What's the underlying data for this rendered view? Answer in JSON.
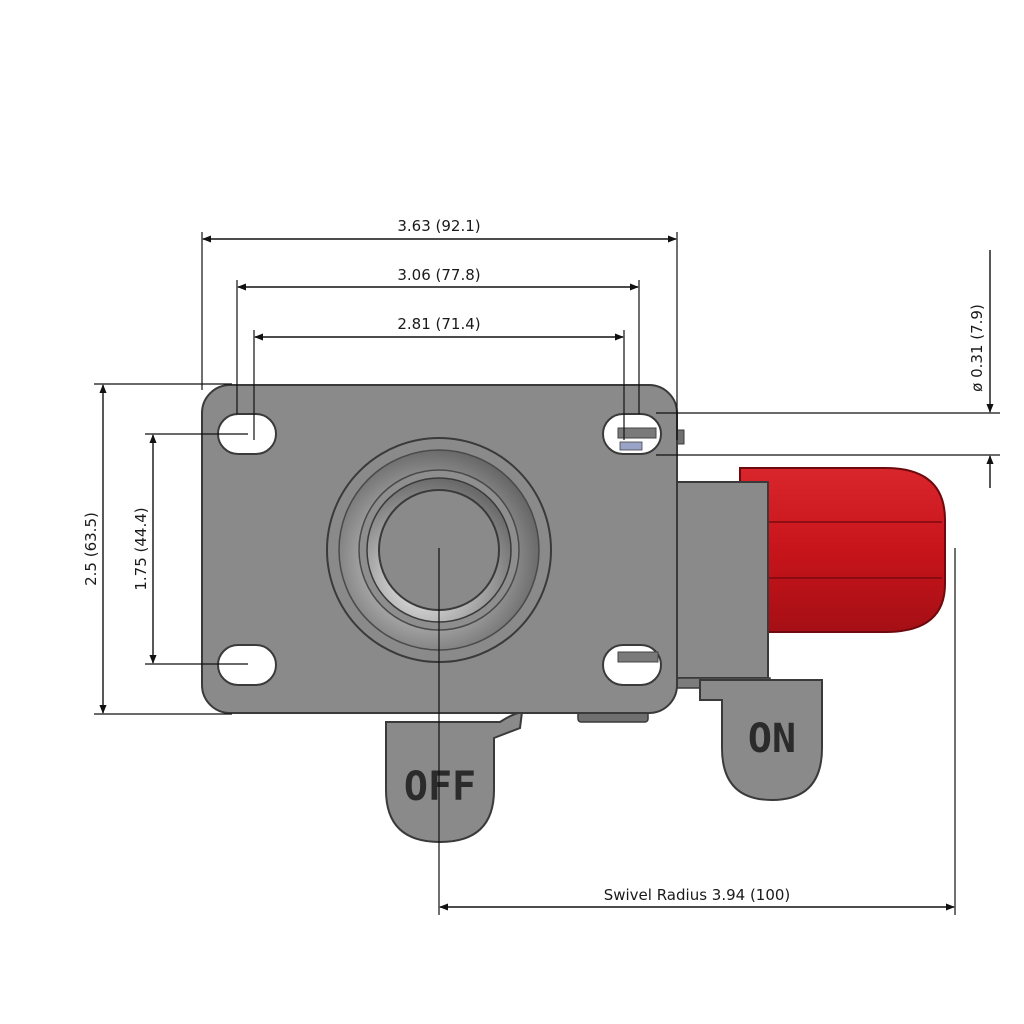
{
  "drawing": {
    "dimensions": {
      "overall_width": "3.63 (92.1)",
      "hole_spacing_outer": "3.06 (77.8)",
      "hole_spacing_inner": "2.81 (71.4)",
      "plate_height": "2.5 (63.5)",
      "hole_spacing_vertical": "1.75 (44.4)",
      "bolt_hole_diameter": "ø 0.31 (7.9)",
      "swivel_radius": "Swivel Radius 3.94 (100)"
    },
    "brake_levers": {
      "off_label": "OFF",
      "on_label": "ON"
    },
    "colors": {
      "plate": "#8a8a8a",
      "plate_outline": "#3a3a3a",
      "wheel_red": "#c8141b",
      "wheel_dark": "#8e0d12",
      "dimension_lines": "#111111",
      "background": "#ffffff"
    }
  }
}
